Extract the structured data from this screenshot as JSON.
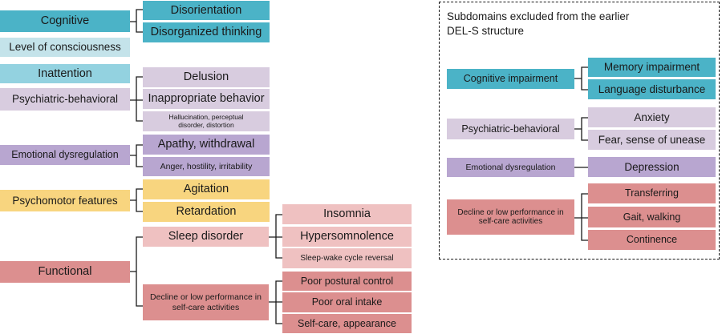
{
  "colors": {
    "teal": "#4bb3c7",
    "light_teal": "#c4e3ea",
    "light_blue": "#93d2e0",
    "lavender": "#d8ccdf",
    "purple": "#b8a6d0",
    "yellow": "#f8d57f",
    "light_pink": "#efc1c1",
    "salmon": "#dc8f8f",
    "connector": "#1a1a1a"
  },
  "main": {
    "cognitive": {
      "label": "Cognitive",
      "children": [
        "Disorientation",
        "Disorganized thinking"
      ]
    },
    "level_of_consciousness": "Level of consciousness",
    "inattention": "Inattention",
    "psychiatric_behavioral": {
      "label": "Psychiatric-behavioral",
      "children": [
        "Delusion",
        "Inappropriate behavior",
        "Hallucination, perceptual disorder, distortion"
      ]
    },
    "emotional_dysregulation": {
      "label": "Emotional dysregulation",
      "children": [
        "Apathy, withdrawal",
        "Anger, hostility, irritability"
      ]
    },
    "psychomotor_features": {
      "label": "Psychomotor features",
      "children": [
        "Agitation",
        "Retardation"
      ]
    },
    "functional": {
      "label": "Functional",
      "sleep_disorder": {
        "label": "Sleep disorder",
        "children": [
          "Insomnia",
          "Hypersomnolence",
          "Sleep-wake cycle reversal"
        ]
      },
      "self_care": {
        "label": "Decline or low performance in self-care activities",
        "children": [
          "Poor postural control",
          "Poor oral intake",
          "Self-care, appearance"
        ]
      }
    }
  },
  "excluded": {
    "title": "Subdomains excluded from the earlier\nDEL-S structure",
    "cognitive_impairment": {
      "label": "Cognitive impairment",
      "children": [
        "Memory impairment",
        "Language disturbance"
      ]
    },
    "psychiatric_behavioral": {
      "label": "Psychiatric-behavioral",
      "children": [
        "Anxiety",
        "Fear, sense of unease"
      ]
    },
    "emotional_dysregulation": {
      "label": "Emotional dysregulation",
      "children": [
        "Depression"
      ]
    },
    "self_care": {
      "label": "Decline or low performance in self-care activities",
      "children": [
        "Transferring",
        "Gait, walking",
        "Continence"
      ]
    }
  }
}
